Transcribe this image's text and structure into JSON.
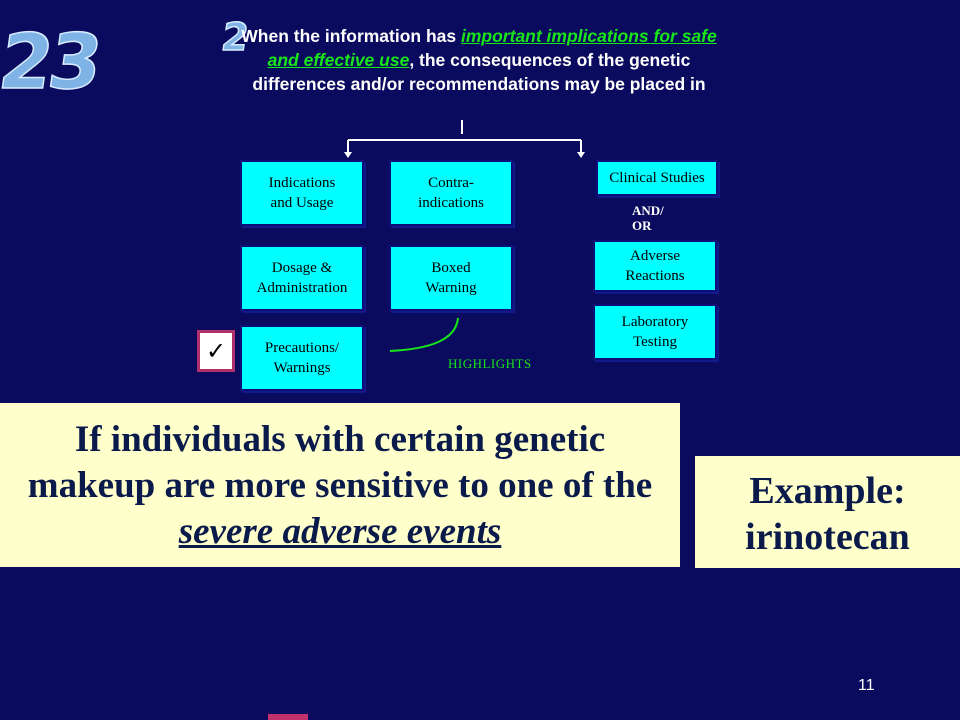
{
  "badges": {
    "slide_number_badge": "23",
    "step_badge": "2"
  },
  "heading": {
    "part1": "When the information has ",
    "highlight1": "important implications for safe and effective use",
    "part2": ", the consequences of the genetic differences and/or recommendations may be placed in"
  },
  "boxes": {
    "indications": "Indications\nand Usage",
    "contraindications": "Contra-\nindications",
    "clinical_studies": "Clinical Studies",
    "dosage": "Dosage &\nAdministration",
    "boxed_warning": "Boxed\nWarning",
    "adverse_reactions": "Adverse\nReactions",
    "precautions": "Precautions/\nWarnings",
    "laboratory_testing": "Laboratory\nTesting"
  },
  "and_or": "AND/\nOR",
  "highlights_label": "HIGHLIGHTS",
  "checkmark": "✓",
  "callout": {
    "text_before": "If individuals with certain genetic makeup are more sensitive to one of the ",
    "emphasis": "severe adverse events"
  },
  "example": "Example:\nirinotecan",
  "page_number": "11",
  "colors": {
    "background": "#0a0a5e",
    "box_fill": "#00ffff",
    "highlight_green": "#19e619",
    "callout_fill": "#ffffcc"
  }
}
